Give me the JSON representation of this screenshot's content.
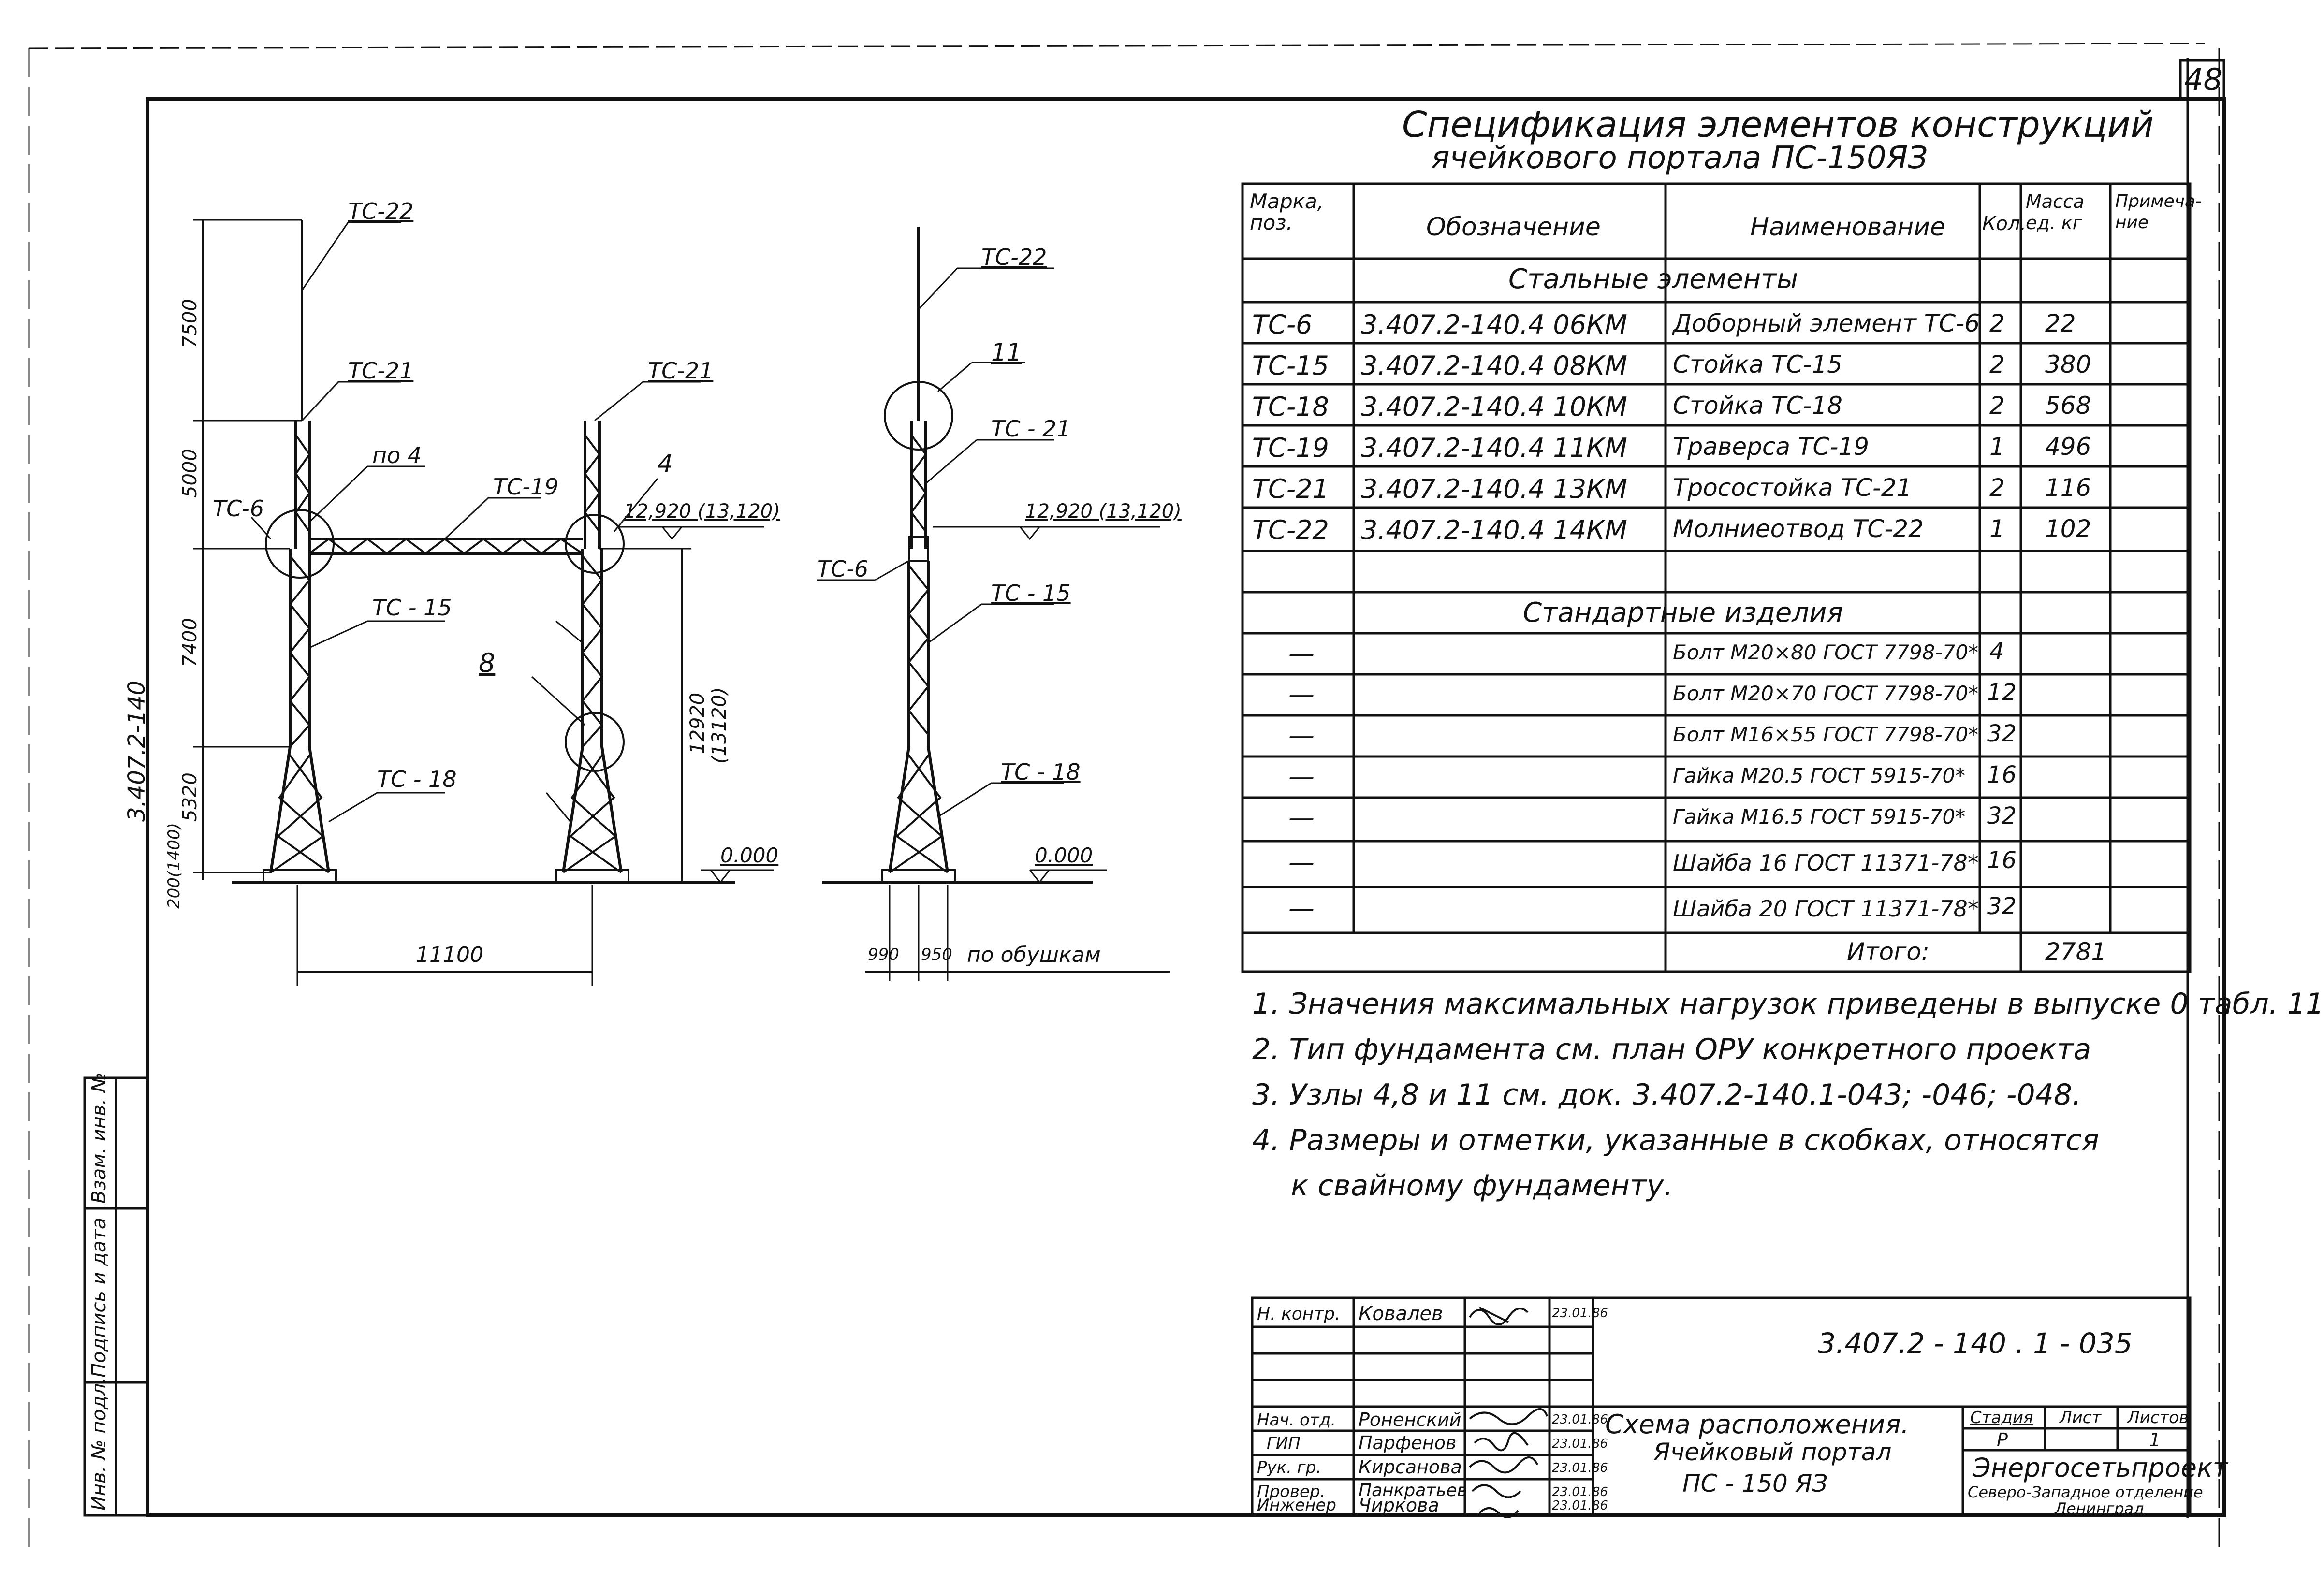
{
  "sheet_number": "48",
  "side_code": "3.407.2-140",
  "spec": {
    "title_line1": "Спецификация элементов конструкций",
    "title_line2": "ячейкового портала ПС-150ЯЗ",
    "headers": {
      "mark": "Марка, поз.",
      "designation": "Обозначение",
      "name": "Наименование",
      "qty": "Кол.",
      "mass": "Масса ед. кг",
      "note": "Примеча- ние"
    },
    "section_steel": "Стальные элементы",
    "section_std": "Стандартные изделия",
    "steel_rows": [
      {
        "mark": "ТС-6",
        "designation": "3.407.2-140.4 06КМ",
        "name": "Доборный элемент ТС-6",
        "qty": "2",
        "mass": "22"
      },
      {
        "mark": "ТС-15",
        "designation": "3.407.2-140.4 08КМ",
        "name": "Стойка ТС-15",
        "qty": "2",
        "mass": "380"
      },
      {
        "mark": "ТС-18",
        "designation": "3.407.2-140.4 10КМ",
        "name": "Стойка ТС-18",
        "qty": "2",
        "mass": "568"
      },
      {
        "mark": "ТС-19",
        "designation": "3.407.2-140.4 11КМ",
        "name": "Траверса ТС-19",
        "qty": "1",
        "mass": "496"
      },
      {
        "mark": "ТС-21",
        "designation": "3.407.2-140.4 13КМ",
        "name": "Тросостойка ТС-21",
        "qty": "2",
        "mass": "116"
      },
      {
        "mark": "ТС-22",
        "designation": "3.407.2-140.4 14КМ",
        "name": "Молниеотвод ТС-22",
        "qty": "1",
        "mass": "102"
      }
    ],
    "std_rows": [
      {
        "mark": "—",
        "name": "Болт М20×80 ГОСТ 7798-70*",
        "qty": "4"
      },
      {
        "mark": "—",
        "name": "Болт М20×70 ГОСТ 7798-70*",
        "qty": "12"
      },
      {
        "mark": "—",
        "name": "Болт М16×55 ГОСТ 7798-70*",
        "qty": "32"
      },
      {
        "mark": "—",
        "name": "Гайка М20.5 ГОСТ 5915-70*",
        "qty": "16"
      },
      {
        "mark": "—",
        "name": "Гайка М16.5 ГОСТ 5915-70*",
        "qty": "32"
      },
      {
        "mark": "—",
        "name": "Шайба 16 ГОСТ 11371-78*",
        "qty": "16"
      },
      {
        "mark": "—",
        "name": "Шайба 20 ГОСТ 11371-78*",
        "qty": "32"
      }
    ],
    "total_label": "Итого:",
    "total_value": "2781"
  },
  "notes": [
    "1. Значения максимальных нагрузок приведены в выпуске 0 табл. 11",
    "2. Тип фундамента см. план ОРУ конкретного проекта",
    "3. Узлы 4,8 и 11 см. док. 3.407.2-140.1-043; -046; -048.",
    "4. Размеры и отметки, указанные в скобках, относятся",
    "к свайному фундаменту."
  ],
  "drawing": {
    "dims_left": [
      "7500",
      "5000",
      "7400",
      "5320",
      "200(1400)"
    ],
    "span": "11100",
    "height_dim": "12920",
    "height_dim_alt": "(13120)",
    "elev_top": "12,920 (13,120)",
    "elev_zero": "0.000",
    "bottom_dims": [
      "990",
      "950"
    ],
    "bottom_note": "по обушкам",
    "labels": {
      "tc22": "ТС-22",
      "tc21": "ТС-21",
      "tc6": "ТС-6",
      "po4": "по 4",
      "tc19": "ТС-19",
      "n4": "4",
      "tc15": "ТС - 15",
      "n8": "8",
      "tc18": "ТС - 18",
      "n11": "11",
      "tc21b": "ТС - 21",
      "tc15b": "ТС - 15",
      "tc18b": "ТС - 18"
    }
  },
  "side_boxes": [
    "Взам. инв. №",
    "Подпись и дата",
    "Инв. № подл."
  ],
  "title_block": {
    "code": "3.407.2 - 140 . 1 - 035",
    "sig_rows": [
      {
        "role": "Н. контр.",
        "name": "Ковалев",
        "date": "23.01.86"
      },
      {
        "role": "Нач. отд.",
        "name": "Роненский",
        "date": "23.01.86"
      },
      {
        "role": "ГИП",
        "name": "Парфенов",
        "date": "23.01.86"
      },
      {
        "role": "Рук. гр.",
        "name": "Кирсанова",
        "date": "23.01.86"
      },
      {
        "role": "Провер.",
        "name": "Панкратьев",
        "date": "23.01.86"
      },
      {
        "role": "Инженер",
        "name": "Чиркова",
        "date": "23.01.86"
      }
    ],
    "desc_line1": "Схема расположения.",
    "desc_line2": "Ячейковый портал",
    "desc_line3": "ПС - 150 ЯЗ",
    "stage_label": "Стадия",
    "sheet_label": "Лист",
    "sheets_label": "Листов",
    "stage_value": "Р",
    "sheet_value": "",
    "sheets_value": "1",
    "org_name": "Энергосетьпроект",
    "org_sub1": "Северо-Западное отделение",
    "org_sub2": "Ленинград"
  }
}
